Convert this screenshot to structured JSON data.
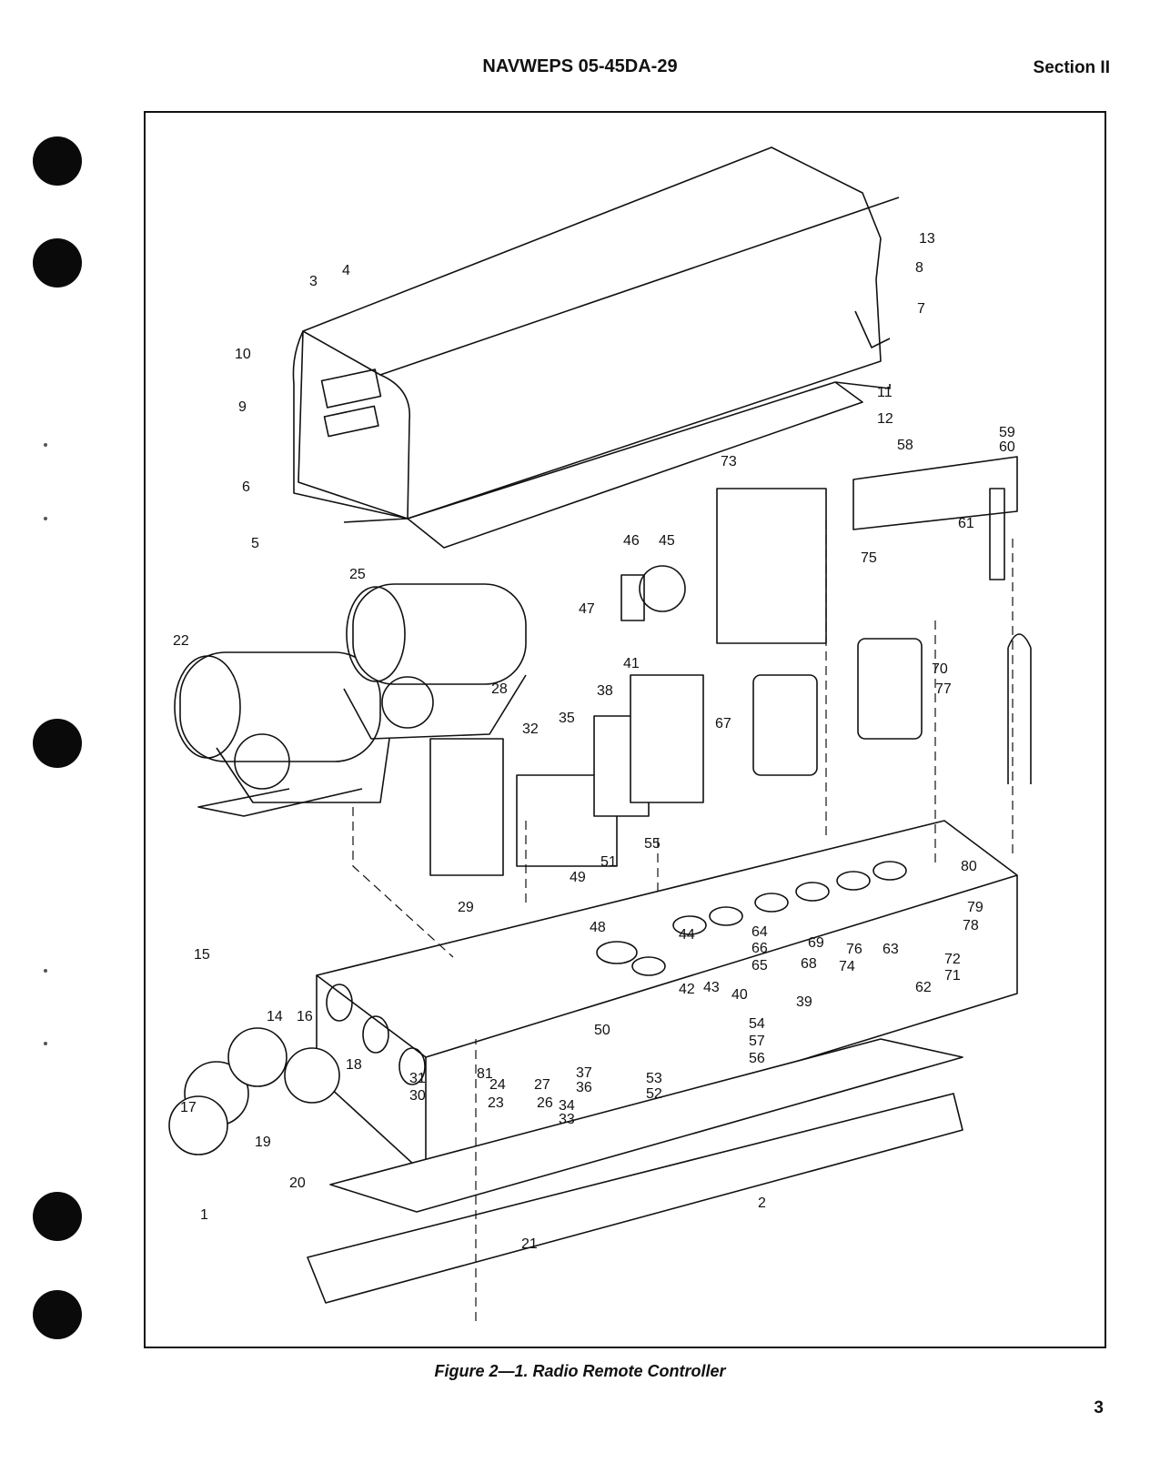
{
  "header": {
    "doc_number": "NAVWEPS 05-45DA-29",
    "section": "Section II"
  },
  "figure": {
    "caption": "Figure 2—1. Radio Remote Controller",
    "callouts": [
      "1",
      "2",
      "3",
      "4",
      "5",
      "6",
      "7",
      "8",
      "9",
      "10",
      "11",
      "12",
      "13",
      "14",
      "15",
      "16",
      "17",
      "18",
      "19",
      "20",
      "21",
      "22",
      "23",
      "24",
      "25",
      "26",
      "27",
      "28",
      "29",
      "30",
      "31",
      "32",
      "33",
      "34",
      "35",
      "36",
      "37",
      "38",
      "39",
      "40",
      "41",
      "42",
      "43",
      "44",
      "45",
      "46",
      "47",
      "48",
      "49",
      "50",
      "51",
      "52",
      "53",
      "54",
      "55",
      "56",
      "57",
      "58",
      "59",
      "60",
      "61",
      "62",
      "63",
      "64",
      "65",
      "66",
      "67",
      "68",
      "69",
      "70",
      "71",
      "72",
      "73",
      "74",
      "75",
      "76",
      "77",
      "78",
      "79",
      "80",
      "81"
    ]
  },
  "footer": {
    "page_number": "3"
  }
}
